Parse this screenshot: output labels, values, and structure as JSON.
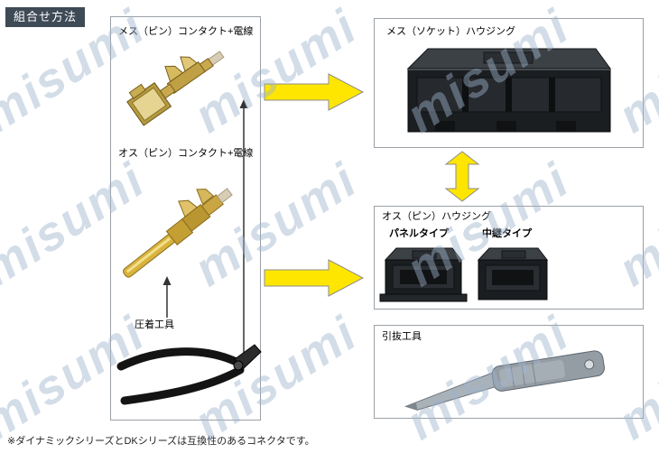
{
  "header": {
    "title": "組合せ方法"
  },
  "left_panel": {
    "female_contact_label": "メス（ピン）コンタクト+電線",
    "male_contact_label": "オス（ピン）コンタクト+電線",
    "crimp_tool_label": "圧着工具"
  },
  "female_housing_panel": {
    "label": "メス（ソケット）ハウジング"
  },
  "male_housing_panel": {
    "label": "オス（ピン）ハウジング",
    "panel_type_label": "パネルタイプ",
    "relay_type_label": "中継タイプ"
  },
  "extraction_tool_panel": {
    "label": "引抜工具"
  },
  "footnote": "※ダイナミックシリーズとDKシリーズは互換性のあるコネクタです。",
  "watermark": {
    "text": "misumi"
  },
  "colors": {
    "header_bg": "#3e4a56",
    "arrow_yellow": "#ffe600",
    "box_border": "#9aa0a6",
    "watermark": "#9fb4cd",
    "contact_gold": "#d9b33c",
    "housing_black": "#1b1e21",
    "tool_gray": "#949ca4"
  }
}
